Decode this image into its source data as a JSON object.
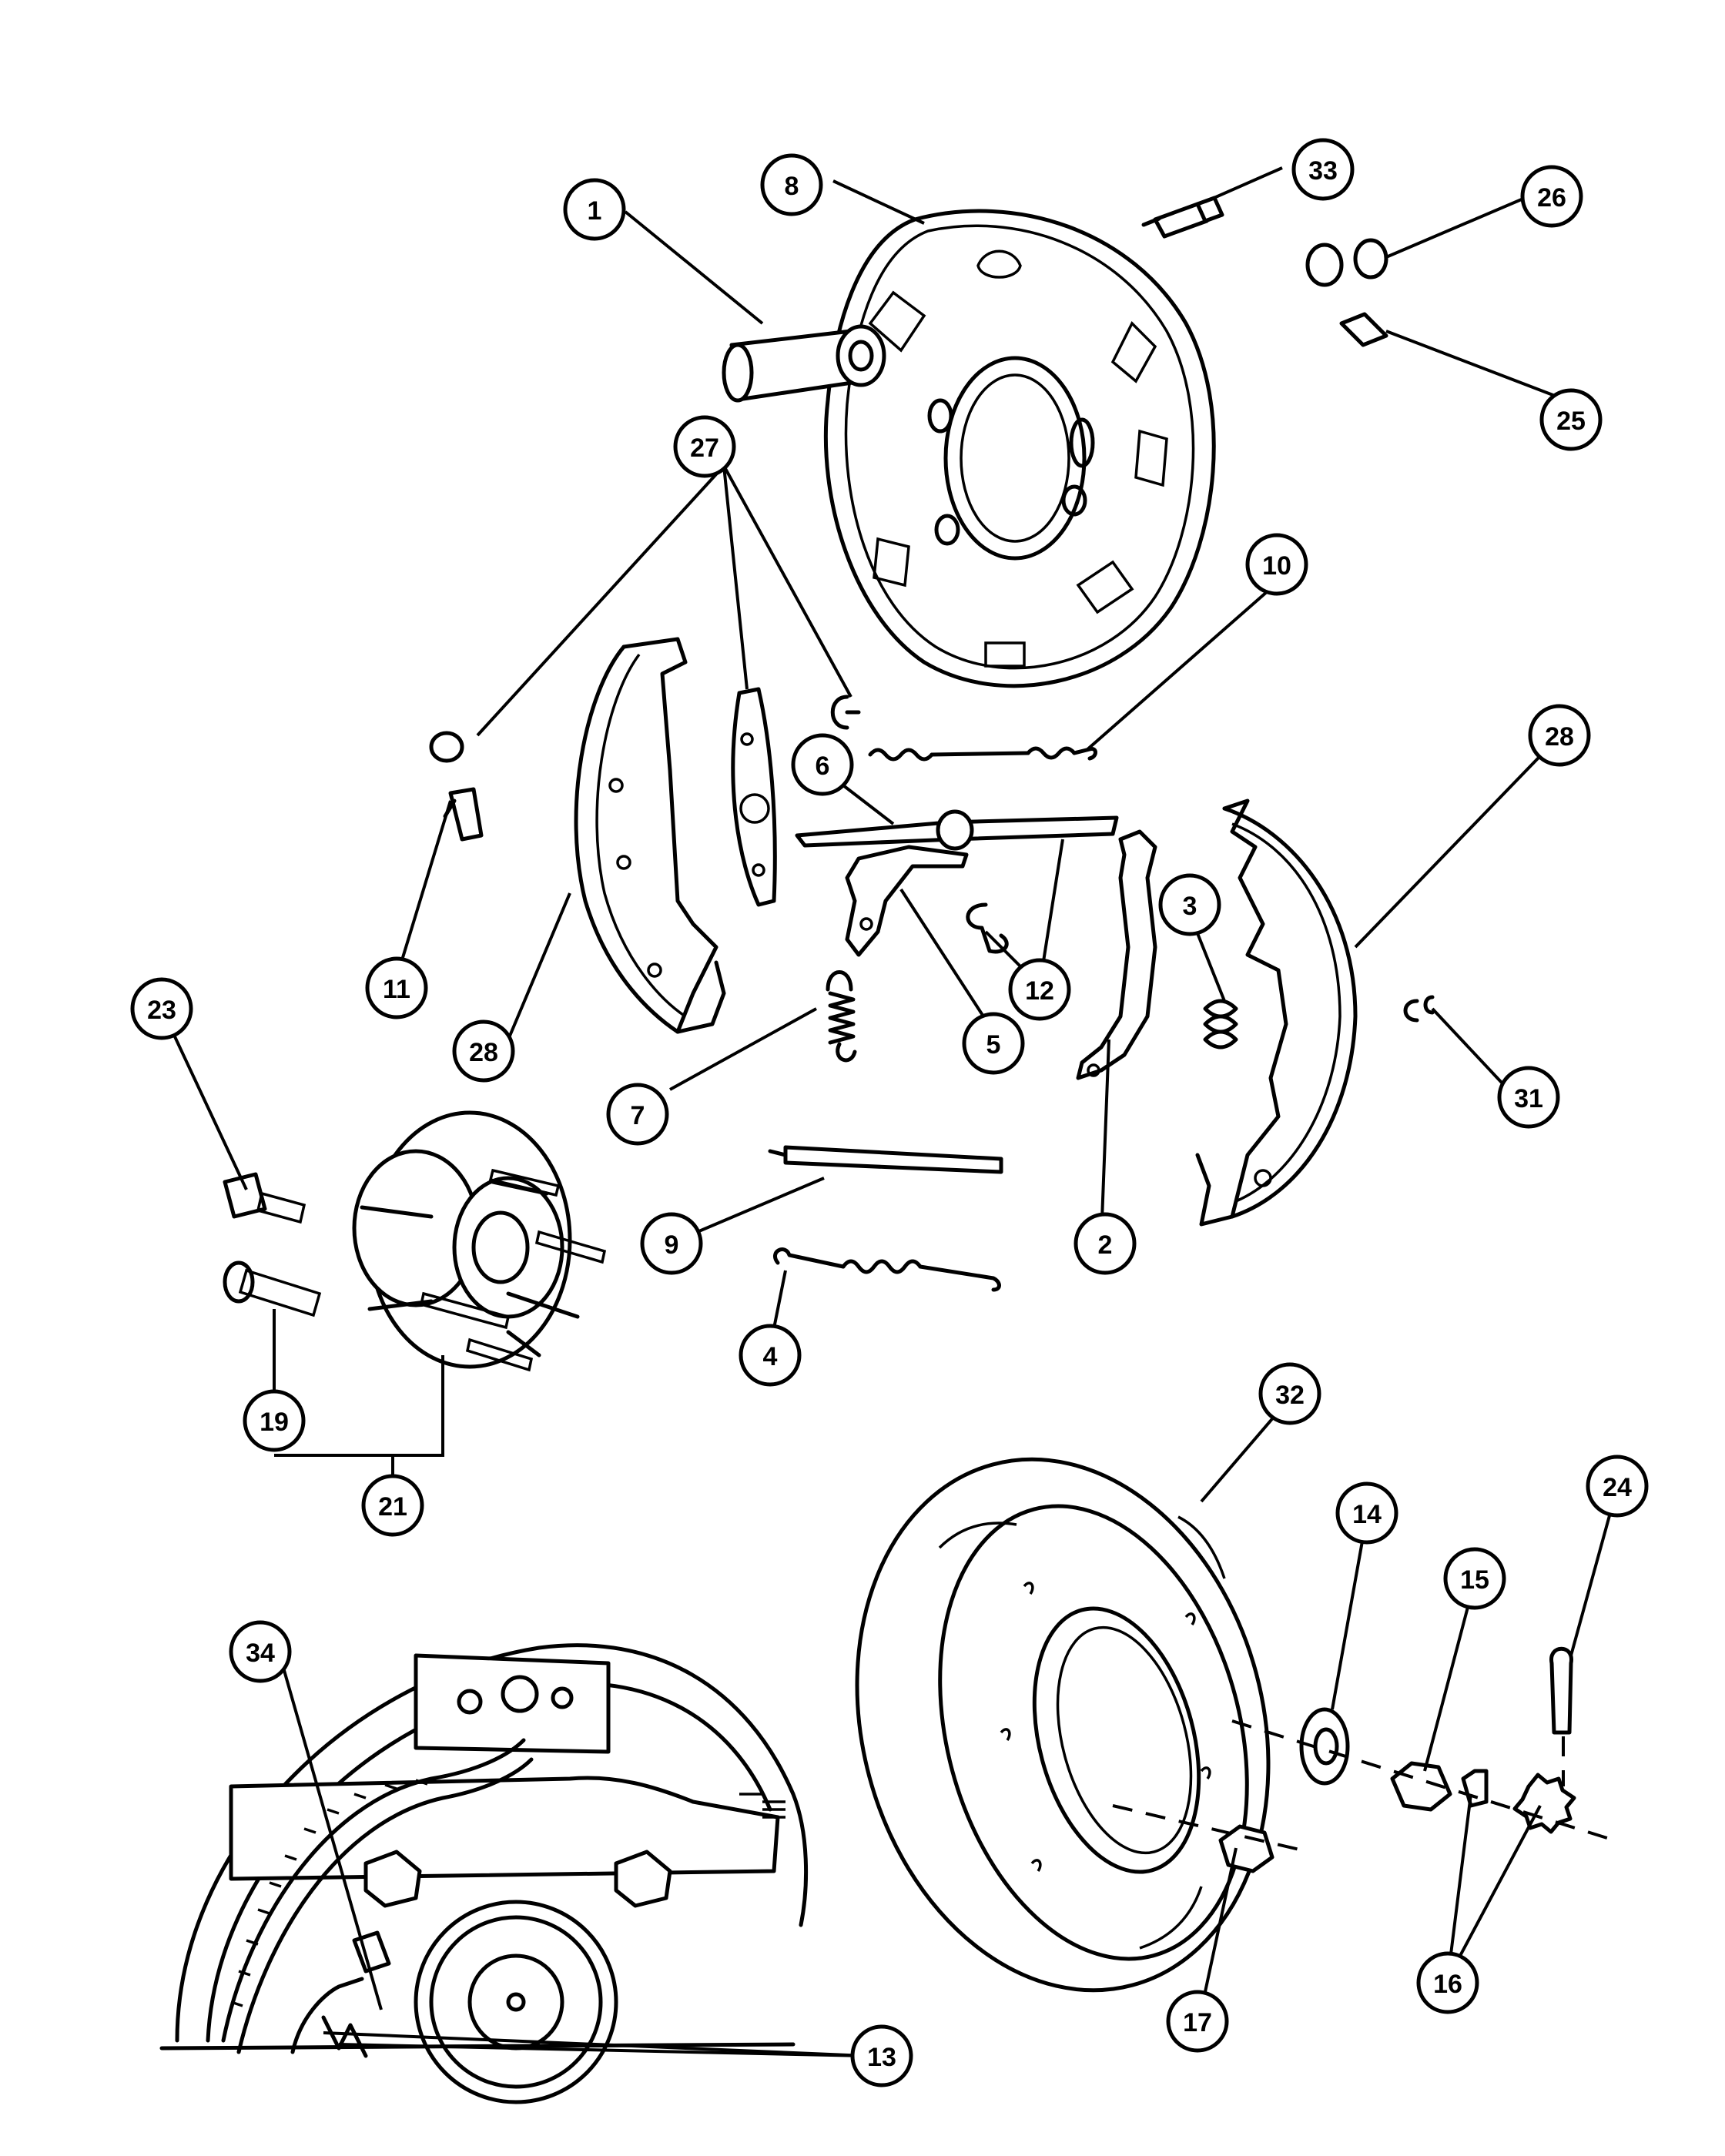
{
  "callouts": [
    {
      "id": "1",
      "label": "1"
    },
    {
      "id": "2",
      "label": "2"
    },
    {
      "id": "3",
      "label": "3"
    },
    {
      "id": "4",
      "label": "4"
    },
    {
      "id": "5",
      "label": "5"
    },
    {
      "id": "6",
      "label": "6"
    },
    {
      "id": "7",
      "label": "7"
    },
    {
      "id": "8",
      "label": "8"
    },
    {
      "id": "9",
      "label": "9"
    },
    {
      "id": "10",
      "label": "10"
    },
    {
      "id": "11",
      "label": "11"
    },
    {
      "id": "12",
      "label": "12"
    },
    {
      "id": "13",
      "label": "13"
    },
    {
      "id": "14",
      "label": "14"
    },
    {
      "id": "15",
      "label": "15"
    },
    {
      "id": "16",
      "label": "16"
    },
    {
      "id": "17",
      "label": "17"
    },
    {
      "id": "19",
      "label": "19"
    },
    {
      "id": "21",
      "label": "21"
    },
    {
      "id": "23",
      "label": "23"
    },
    {
      "id": "24",
      "label": "24"
    },
    {
      "id": "25",
      "label": "25"
    },
    {
      "id": "26",
      "label": "26"
    },
    {
      "id": "27",
      "label": "27"
    },
    {
      "id": "28a",
      "label": "28"
    },
    {
      "id": "28b",
      "label": "28"
    },
    {
      "id": "31",
      "label": "31"
    },
    {
      "id": "32",
      "label": "32"
    },
    {
      "id": "33",
      "label": "33"
    },
    {
      "id": "34",
      "label": "34"
    }
  ]
}
